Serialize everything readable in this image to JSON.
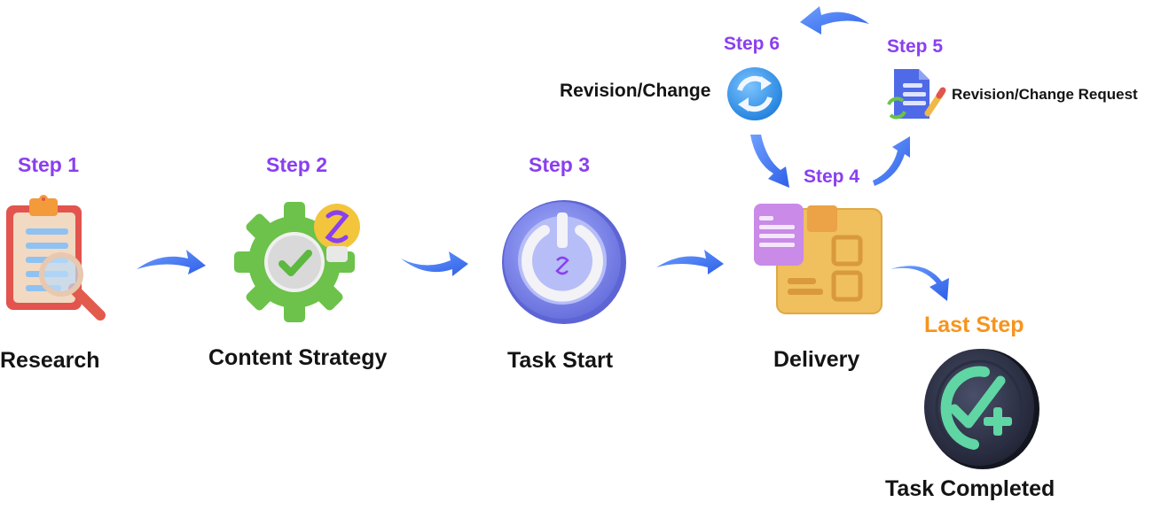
{
  "diagram": {
    "title": "",
    "steps": [
      {
        "id": "step1",
        "step_label": "Step 1",
        "name": "Research",
        "icon": "clipboard-magnifier-icon"
      },
      {
        "id": "step2",
        "step_label": "Step 2",
        "name": "Content Strategy",
        "icon": "gear-lightbulb-icon"
      },
      {
        "id": "step3",
        "step_label": "Step 3",
        "name": "Task Start",
        "icon": "power-button-icon"
      },
      {
        "id": "step4",
        "step_label": "Step 4",
        "name": "Delivery",
        "icon": "package-box-icon"
      },
      {
        "id": "step5",
        "step_label": "Step 5",
        "name": "Revision/Change Request",
        "icon": "document-pencil-icon"
      },
      {
        "id": "step6",
        "step_label": "Step 6",
        "name": "Revision/Change",
        "icon": "refresh-cycle-icon"
      },
      {
        "id": "last",
        "step_label": "Last Step",
        "name": "Task Completed",
        "icon": "check-plus-badge-icon"
      }
    ],
    "flow": [
      [
        "step1",
        "step2"
      ],
      [
        "step2",
        "step3"
      ],
      [
        "step3",
        "step4"
      ],
      [
        "step4",
        "step5"
      ],
      [
        "step5",
        "step6"
      ],
      [
        "step6",
        "step4"
      ],
      [
        "step4",
        "last"
      ]
    ],
    "colors": {
      "step_label": "#8a3ff0",
      "last_step_label": "#f7941d",
      "name_text": "#141414",
      "arrow": "#3d6ef2"
    }
  }
}
